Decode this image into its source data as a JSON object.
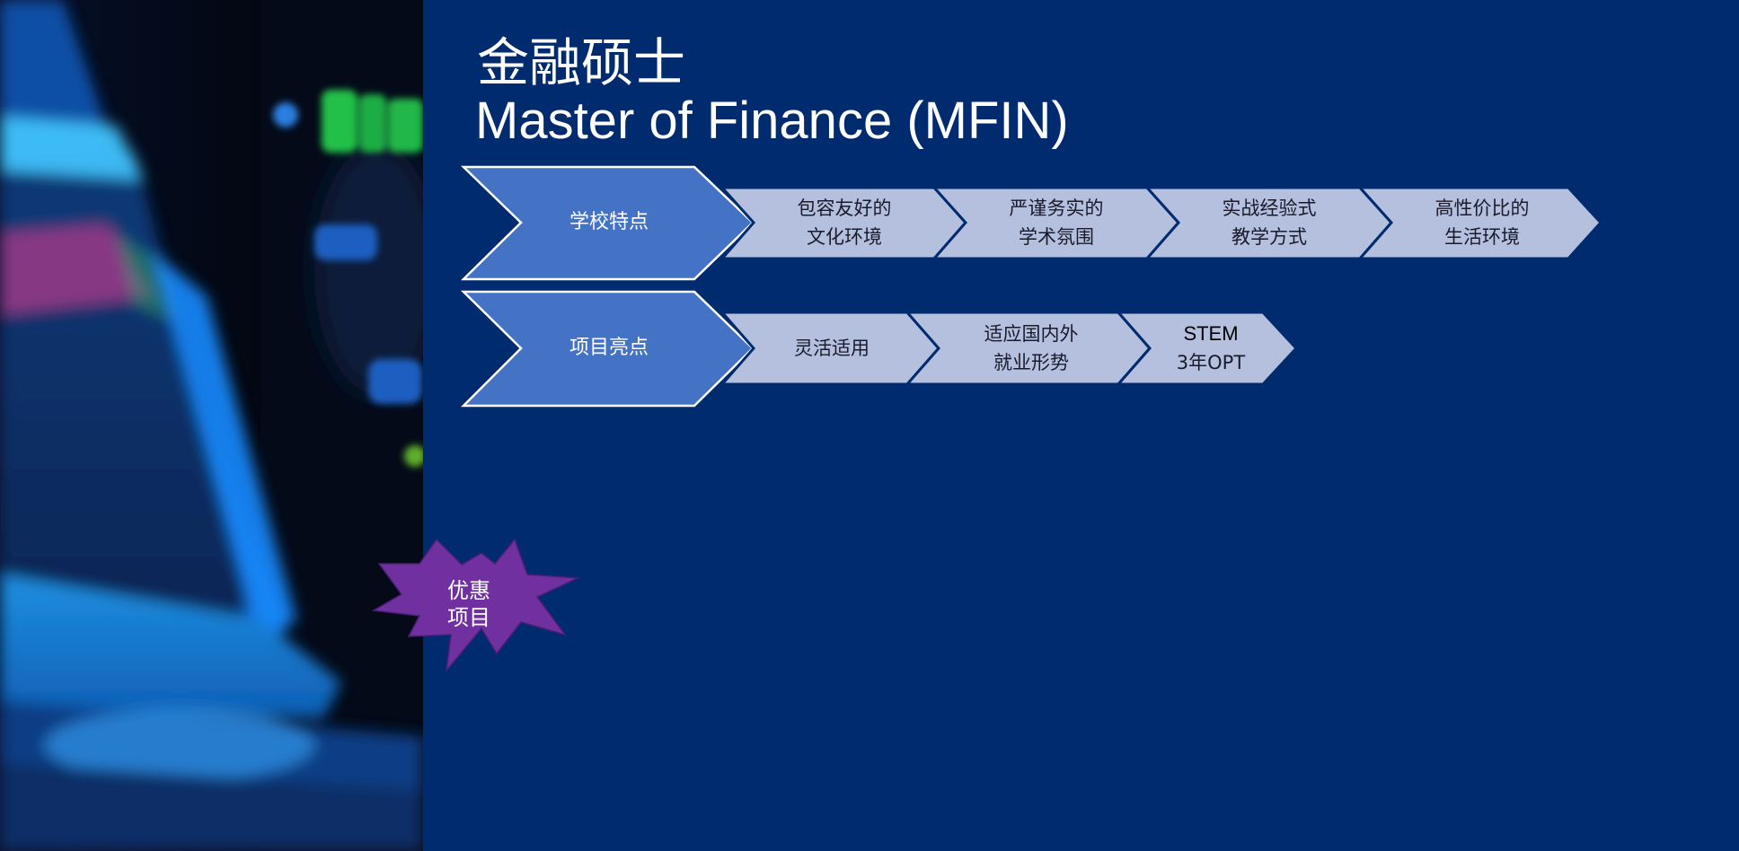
{
  "title": {
    "zh": "金融硕士",
    "en": "Master of Finance (MFIN)"
  },
  "school_row": {
    "heading": "学校特点",
    "items": [
      {
        "line1": "包容友好的",
        "line2": "文化环境"
      },
      {
        "line1": "严谨务实的",
        "line2": "学术氛围"
      },
      {
        "line1": "实战经验式",
        "line2": "教学方式"
      },
      {
        "line1": "高性价比的",
        "line2": "生活环境"
      }
    ]
  },
  "program_row": {
    "heading": "项目亮点",
    "items": [
      {
        "line1": "灵活适用",
        "line2": ""
      },
      {
        "line1": "适应国内外",
        "line2": "就业形势"
      },
      {
        "line1": "STEM",
        "line2": "3年OPT"
      }
    ]
  },
  "badge": {
    "line1": "优惠",
    "line2": "项目"
  },
  "colors": {
    "background": "#002b6e",
    "heading_chevron": "#4472c4",
    "item_chevron": "#b4c0dd",
    "badge": "#7030a0"
  }
}
